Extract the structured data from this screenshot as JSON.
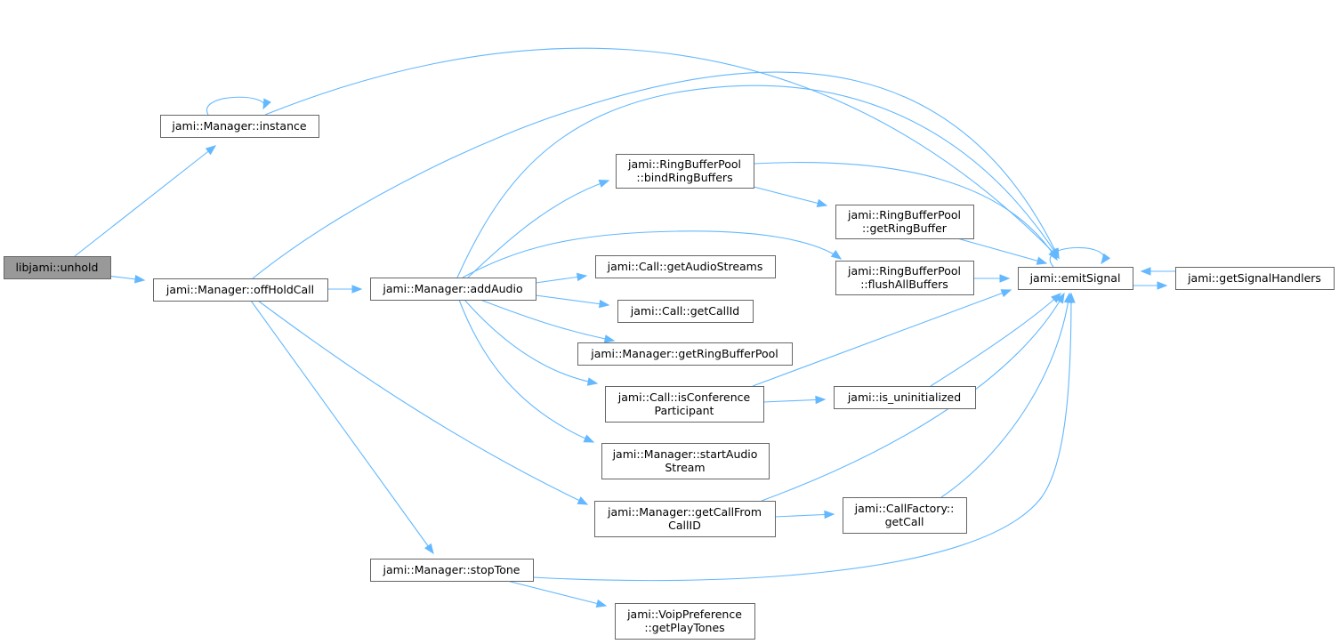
{
  "nodes": [
    {
      "id": "unhold",
      "lines": [
        "libjami::unhold"
      ],
      "root": true
    },
    {
      "id": "instance",
      "lines": [
        "jami::Manager::instance"
      ]
    },
    {
      "id": "offHoldCall",
      "lines": [
        "jami::Manager::offHoldCall"
      ]
    },
    {
      "id": "addAudio",
      "lines": [
        "jami::Manager::addAudio"
      ]
    },
    {
      "id": "bindRingBuffers",
      "lines": [
        "jami::RingBufferPool",
        "::bindRingBuffers"
      ]
    },
    {
      "id": "getRingBuffer",
      "lines": [
        "jami::RingBufferPool",
        "::getRingBuffer"
      ]
    },
    {
      "id": "flushAllBuffers",
      "lines": [
        "jami::RingBufferPool",
        "::flushAllBuffers"
      ]
    },
    {
      "id": "emitSignal",
      "lines": [
        "jami::emitSignal"
      ]
    },
    {
      "id": "getSignalHandlers",
      "lines": [
        "jami::getSignalHandlers"
      ]
    },
    {
      "id": "getAudioStreams",
      "lines": [
        "jami::Call::getAudioStreams"
      ]
    },
    {
      "id": "getCallId",
      "lines": [
        "jami::Call::getCallId"
      ]
    },
    {
      "id": "getRingBufferPool",
      "lines": [
        "jami::Manager::getRingBufferPool"
      ]
    },
    {
      "id": "isConferenceParticipant",
      "lines": [
        "jami::Call::isConference",
        "Participant"
      ]
    },
    {
      "id": "is_uninitialized",
      "lines": [
        "jami::is_uninitialized"
      ]
    },
    {
      "id": "startAudioStream",
      "lines": [
        "jami::Manager::startAudio",
        "Stream"
      ]
    },
    {
      "id": "getCallFromCallID",
      "lines": [
        "jami::Manager::getCallFrom",
        "CallID"
      ]
    },
    {
      "id": "getCall",
      "lines": [
        "jami::CallFactory::",
        "getCall"
      ]
    },
    {
      "id": "stopTone",
      "lines": [
        "jami::Manager::stopTone"
      ]
    },
    {
      "id": "getPlayTones",
      "lines": [
        "jami::VoipPreference",
        "::getPlayTones"
      ]
    }
  ],
  "edges": [
    {
      "from": "unhold",
      "to": "instance"
    },
    {
      "from": "unhold",
      "to": "offHoldCall"
    },
    {
      "from": "instance",
      "to": "instance"
    },
    {
      "from": "instance",
      "to": "emitSignal"
    },
    {
      "from": "offHoldCall",
      "to": "addAudio"
    },
    {
      "from": "offHoldCall",
      "to": "emitSignal"
    },
    {
      "from": "offHoldCall",
      "to": "getCallFromCallID"
    },
    {
      "from": "offHoldCall",
      "to": "stopTone"
    },
    {
      "from": "addAudio",
      "to": "bindRingBuffers"
    },
    {
      "from": "addAudio",
      "to": "emitSignal"
    },
    {
      "from": "addAudio",
      "to": "flushAllBuffers"
    },
    {
      "from": "addAudio",
      "to": "getAudioStreams"
    },
    {
      "from": "addAudio",
      "to": "getCallId"
    },
    {
      "from": "addAudio",
      "to": "getRingBufferPool"
    },
    {
      "from": "addAudio",
      "to": "isConferenceParticipant"
    },
    {
      "from": "addAudio",
      "to": "startAudioStream"
    },
    {
      "from": "bindRingBuffers",
      "to": "emitSignal"
    },
    {
      "from": "bindRingBuffers",
      "to": "getRingBuffer"
    },
    {
      "from": "getRingBuffer",
      "to": "emitSignal"
    },
    {
      "from": "flushAllBuffers",
      "to": "emitSignal"
    },
    {
      "from": "emitSignal",
      "to": "emitSignal"
    },
    {
      "from": "emitSignal",
      "to": "getSignalHandlers"
    },
    {
      "from": "getSignalHandlers",
      "to": "emitSignal"
    },
    {
      "from": "isConferenceParticipant",
      "to": "emitSignal"
    },
    {
      "from": "isConferenceParticipant",
      "to": "is_uninitialized"
    },
    {
      "from": "is_uninitialized",
      "to": "emitSignal"
    },
    {
      "from": "getCallFromCallID",
      "to": "emitSignal"
    },
    {
      "from": "getCallFromCallID",
      "to": "getCall"
    },
    {
      "from": "getCall",
      "to": "emitSignal"
    },
    {
      "from": "stopTone",
      "to": "emitSignal"
    },
    {
      "from": "stopTone",
      "to": "getPlayTones"
    }
  ],
  "colors": {
    "edge": "#63b8ff",
    "node_border": "#666666",
    "root_fill": "#999999",
    "node_fill": "#ffffff"
  }
}
